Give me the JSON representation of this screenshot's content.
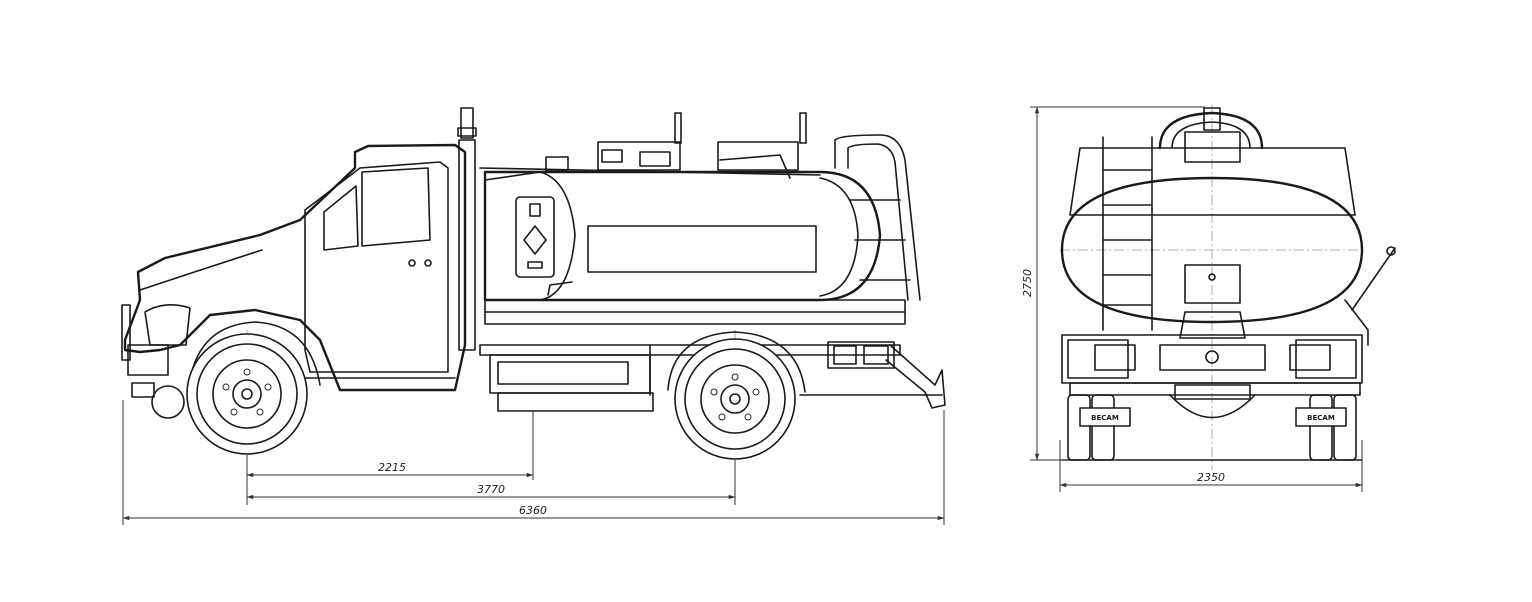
{
  "side_view": {
    "dimensions": {
      "wheelbase_partial": "2215",
      "wheelbase": "3770",
      "overall_length": "6360"
    }
  },
  "rear_view": {
    "dimensions": {
      "overall_height": "2750",
      "overall_width": "2350"
    },
    "mudflap_left": "ВЕСАМ",
    "mudflap_right": "ВЕСАМ"
  },
  "colors": {
    "line": "#1a1a1a",
    "background": "#ffffff"
  }
}
